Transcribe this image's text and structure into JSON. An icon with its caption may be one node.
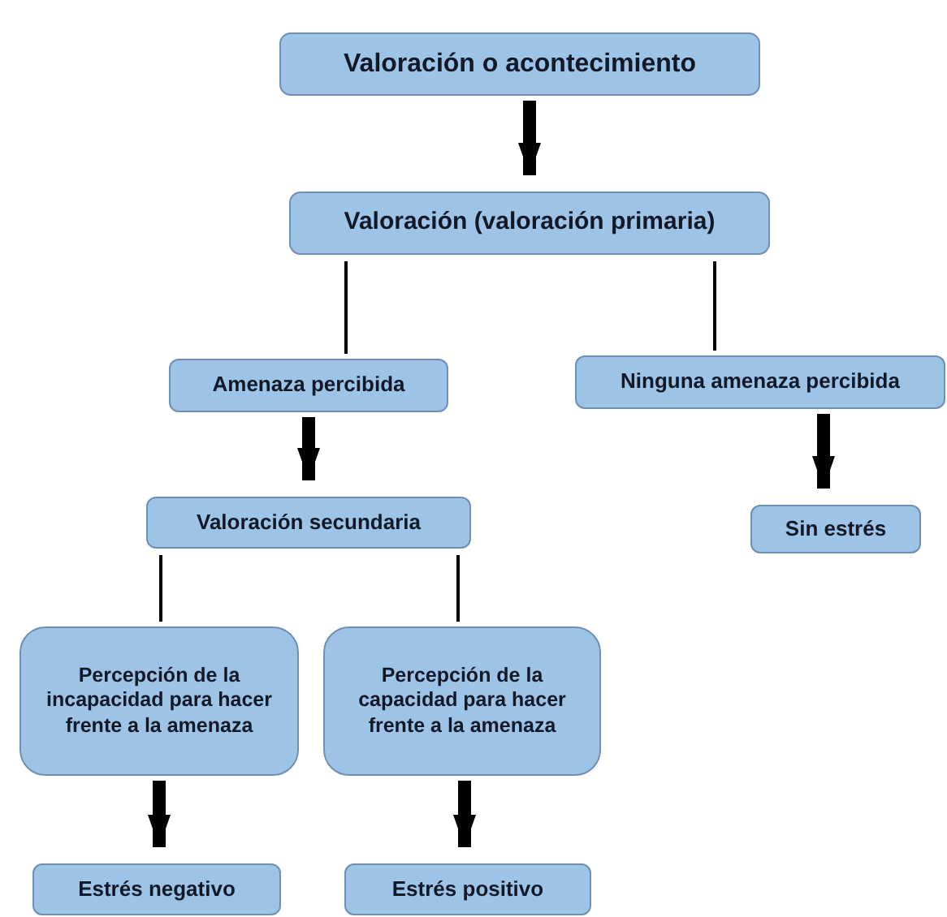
{
  "diagram": {
    "nodes": [
      {
        "text": [
          "Valoración o acontecimiento"
        ]
      },
      {
        "text": [
          "Valoración (valoración primaria)"
        ]
      },
      {
        "text": [
          "Amenaza percibida"
        ]
      },
      {
        "text": [
          "Ninguna amenaza percibida"
        ]
      },
      {
        "text": [
          "Sin estrés"
        ]
      },
      {
        "text": [
          "Valoración secundaria"
        ]
      },
      {
        "text": [
          "Percepción de la incapacidad para hacer frente a la amenaza"
        ]
      },
      {
        "text": [
          "Percepción de la capacidad para hacer frente a la amenaza"
        ]
      },
      {
        "text": [
          "Estrés negativo"
        ]
      },
      {
        "text": [
          "Estrés positivo"
        ]
      }
    ],
    "edges": [
      {
        "from": 0,
        "to": 1,
        "arrow": "to"
      },
      {
        "from": 1,
        "to": 2,
        "arrow": "none"
      },
      {
        "from": 1,
        "to": 3,
        "arrow": "none"
      },
      {
        "from": 2,
        "to": 5,
        "arrow": "to"
      },
      {
        "from": 3,
        "to": 4,
        "arrow": "to"
      },
      {
        "from": 5,
        "to": 6,
        "arrow": "none"
      },
      {
        "from": 5,
        "to": 7,
        "arrow": "none"
      },
      {
        "from": 6,
        "to": 8,
        "arrow": "to"
      },
      {
        "from": 7,
        "to": 9,
        "arrow": "to"
      }
    ]
  }
}
